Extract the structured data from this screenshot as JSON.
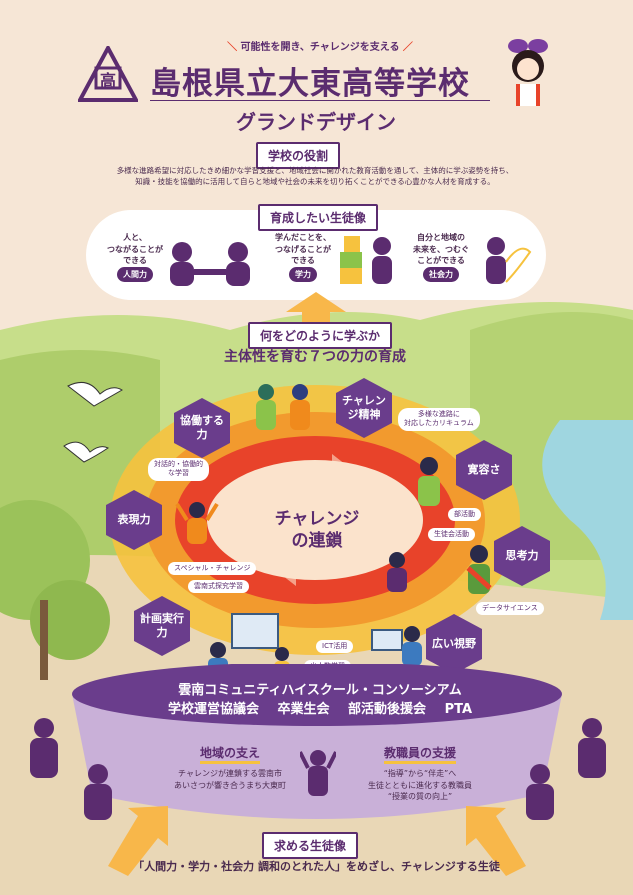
{
  "header": {
    "tagline": "可能性を開き、チャレンジを支える",
    "school_name": "島根県立大東高等学校",
    "subtitle": "グランドデザイン"
  },
  "role": {
    "title": "学校の役割",
    "text_line1": "多様な進路希望に対応したきめ細かな学習支援と、地域社会に開かれた教育活動を通して、主体的に学ぶ姿勢を持ち、",
    "text_line2": "知識・技能を協働的に活用して自らと地域や社会の未来を切り拓くことができる心豊かな人材を育成する。"
  },
  "ideal": {
    "title": "育成したい生徒像",
    "items": [
      {
        "text_line1": "人と、",
        "text_line2": "つながることが",
        "text_line3": "できる",
        "badge": "人間力"
      },
      {
        "text_line1": "学んだことを、",
        "text_line2": "つなげることが",
        "text_line3": "できる",
        "badge": "学力"
      },
      {
        "text_line1": "自分と地域の",
        "text_line2": "未来を、つむぐ",
        "text_line3": "ことができる",
        "badge": "社会力"
      }
    ]
  },
  "how": {
    "title": "何をどのように学ぶか",
    "heading": "主体性を育む７つの力の育成"
  },
  "powers": [
    {
      "label": "協働する力"
    },
    {
      "label": "チャレンジ精神"
    },
    {
      "label": "寛容さ"
    },
    {
      "label": "表現力"
    },
    {
      "label": "思考力"
    },
    {
      "label": "計画実行力"
    },
    {
      "label": "広い視野"
    }
  ],
  "center_label_line1": "チャレンジ",
  "center_label_line2": "の連鎖",
  "tags": {
    "curriculum_line1": "多様な進路に",
    "curriculum_line2": "対応したカリキュラム",
    "dialog_line1": "対話的・協働的",
    "dialog_line2": "な学習",
    "club": "部活動",
    "student_council": "生徒会活動",
    "special_challenge": "スペシャル・チャレンジ",
    "unnan_study": "雲南式探究学習",
    "data_science": "データサイエンス",
    "ict": "ICT活用",
    "small_class": "少人数学習"
  },
  "base": {
    "line1": "雲南コミュニティハイスクール・コンソーシアム",
    "line2_a": "学校運営協議会",
    "line2_b": "卒業生会",
    "line2_c": "部活動後援会",
    "line2_d": "PTA"
  },
  "support": {
    "community_title": "地域の支え",
    "community_line1": "チャレンジが連鎖する雲南市",
    "community_line2": "あいさつが響き合うまち大東町",
    "staff_title": "教職員の支援",
    "staff_line1": "“指導”から“伴走”へ",
    "staff_line2": "生徒とともに進化する教職員",
    "staff_line3": "“授業の質の向上”"
  },
  "sought": {
    "title": "求める生徒像",
    "text": "「人間力・学力・社会力 調和のとれた人」をめざし、チャレンジする生徒"
  },
  "colors": {
    "purple": "#5b2c6f",
    "orange": "#f08a1c",
    "red": "#e8432a",
    "yellow": "#f6c23e",
    "green": "#9cc36a",
    "bg": "#f6e6d6"
  }
}
